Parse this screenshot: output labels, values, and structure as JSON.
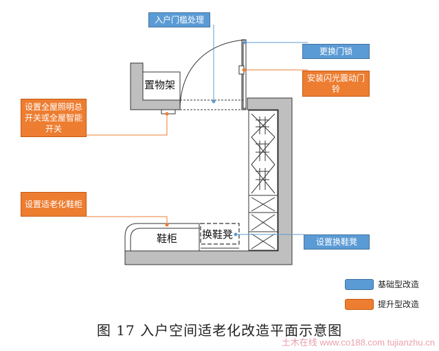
{
  "callouts": {
    "threshold": "入户门槛处理",
    "lock": "更换门锁",
    "bell": "安装闪光震动门铃",
    "lighting": "设置全屋照明总开关或全屋智能开关",
    "shoe_cabinet": "设置适老化鞋柜",
    "bench": "设置换鞋凳"
  },
  "rooms": {
    "storage": "置物架",
    "shoe_cabinet": "鞋柜",
    "bench": "换鞋凳"
  },
  "legend": {
    "items": [
      {
        "label": "基础型改造",
        "color": "#5b9bd5"
      },
      {
        "label": "提升型改造",
        "color": "#ed7d31"
      }
    ]
  },
  "caption": "图 17 入户空间适老化改造平面示意图",
  "watermark": "土木在线 www.co188.com  tujianzhu.cn",
  "colors": {
    "wall": "#bfbfbf",
    "wall_stroke": "#333333",
    "blue": "#5b9bd5",
    "orange": "#ed7d31"
  }
}
